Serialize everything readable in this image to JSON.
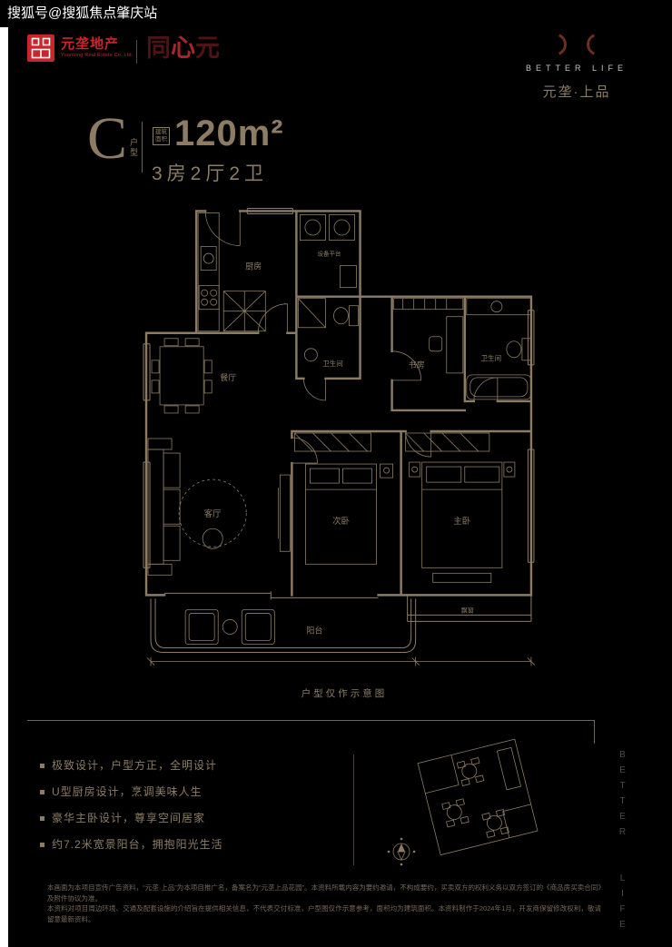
{
  "watermark": "搜狐号@搜狐焦点肇庆站",
  "header": {
    "developer": {
      "name": "元垄地产",
      "name_en": "Yuanlong Real Estate Co.,Ltd."
    },
    "project_logo": {
      "c1": "同",
      "c2": "心",
      "c3": "元"
    },
    "brand": {
      "en": "BETTER LIFE",
      "cn": "元垄·上品"
    }
  },
  "unit": {
    "letter": "C",
    "letter_sub": "户型",
    "area_label_line1": "建筑",
    "area_label_line2": "面积",
    "area_value": "120m²",
    "layout": "3房2厅2卫"
  },
  "floorplan": {
    "caption": "户型仅作示意图",
    "labels": {
      "kitchen": "厨房",
      "equipment": "设备平台",
      "bath1": "卫生间",
      "dining": "餐厅",
      "study": "书房",
      "bath2": "卫生间",
      "living": "客厅",
      "bedroom2": "次卧",
      "master": "主卧",
      "bay_window": "飘窗",
      "balcony": "阳台"
    }
  },
  "features": {
    "items": [
      "极致设计，户型方正，全明设计",
      "U型厨房设计，烹调美味人生",
      "豪华主卧设计，尊享空间居家",
      "约7.2米宽景阳台，拥抱阳光生活"
    ]
  },
  "side_text": {
    "top": "BETTER",
    "bottom": "LIFE"
  },
  "disclaimer": {
    "line1": "本画面为本项目宣传广告资料，“元垄·上品”为本项目推广名，备案名为“元垄上品花园”。本资料所载内容为要约邀请，不构成要约，买卖双方的权利义务以双方签订的《商品房买卖合同》及附件协议为准。",
    "line2": "本资料对项目周边环境、交通及配套设施的介绍旨在提供相关信息，不代表交付标准，户型图仅作示意参考，面积均为建筑面积。本资料制作于2024年1月，开发商保留修改权利，敬请留意最新资料。"
  },
  "colors": {
    "red": "#c9252c",
    "tan": "#8d7c64"
  }
}
